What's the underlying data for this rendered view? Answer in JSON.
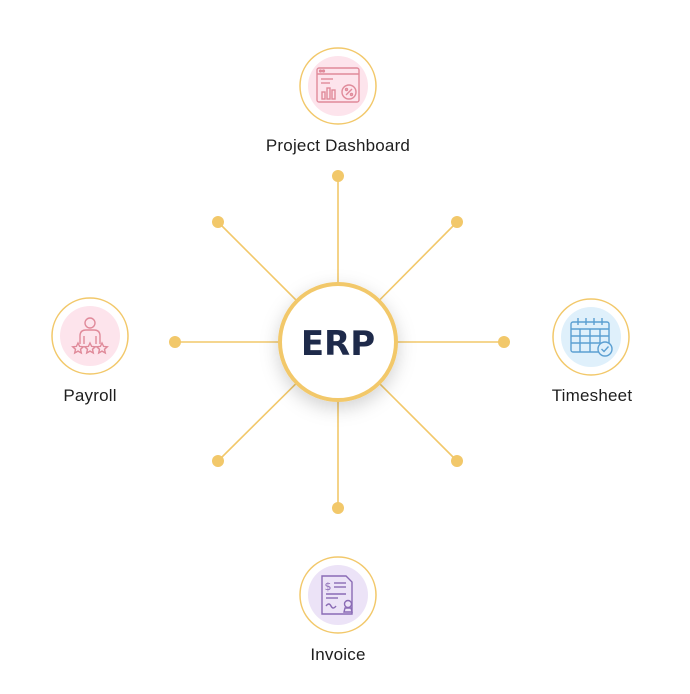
{
  "center": {
    "label": "ERP"
  },
  "modules": [
    {
      "label": "Project Dashboard",
      "icon": "dashboard-chart-icon",
      "tint": "#fde4ec"
    },
    {
      "label": "Payroll",
      "icon": "employee-rating-icon",
      "tint": "#fde4ec"
    },
    {
      "label": "Timesheet",
      "icon": "calendar-check-icon",
      "tint": "#dff0fb"
    },
    {
      "label": "Invoice",
      "icon": "invoice-document-icon",
      "tint": "#ece3f7"
    }
  ],
  "colors": {
    "accent": "#f2c86a",
    "center_text": "#1e2a4a",
    "pink_icon": "#e08a9a",
    "blue_icon": "#5b9fd2",
    "purple_icon": "#8a6bb5"
  }
}
